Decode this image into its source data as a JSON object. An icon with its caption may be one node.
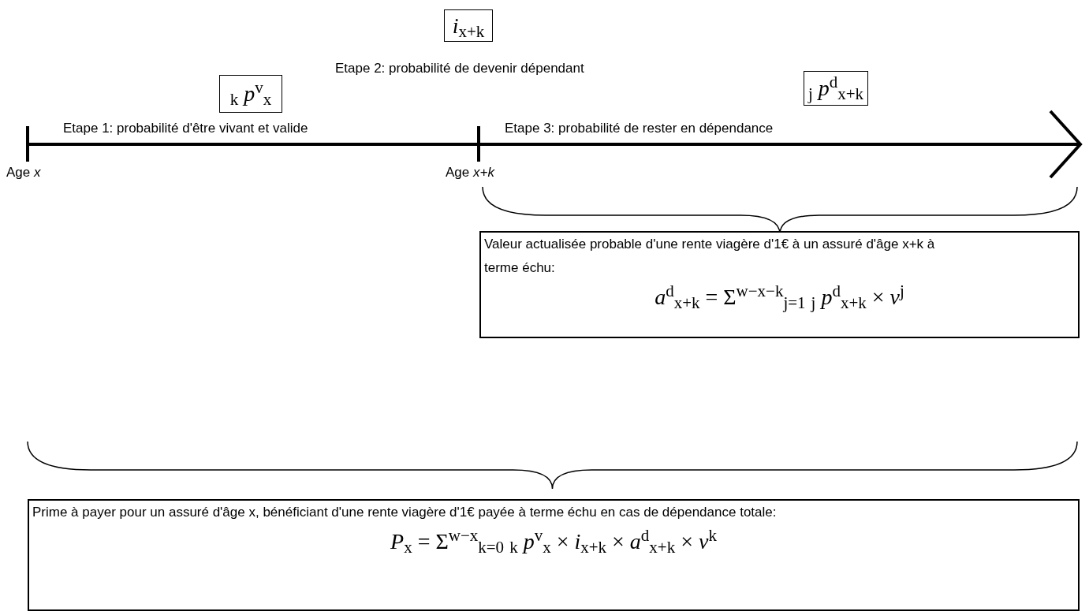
{
  "diagram": {
    "nodes": [
      {
        "text": [
          "$_{k}$ *p*$^{v}$$_{x}$"
        ]
      },
      {
        "text": [
          "*i*$_{x+k}$"
        ]
      },
      {
        "text": [
          "$_{j}$ *p*$^{d}$$_{x+k}$"
        ]
      },
      {
        "text": [
          "Valeur actualisée probable d'une rente viagère d'1€ à un assuré d'âge x+k à terme échu:",
          "*a*$^{d}$$_{x+k}$ = Σ$^{w−x−k}$$_{j=1}$ $_{j}$ *p*$^{d}$$_{x+k}$ × *ν*$^{j}$"
        ]
      },
      {
        "text": [
          "Prime à payer pour un assuré d'âge x, bénéficiant d'une rente viagère d'1€ payée à terme échu en cas de dépendance totale:",
          "*P*$_{x}$ = Σ$^{w−x}$$_{k=0}$ $_{k}$ *p*$^{v}$$_{x}$ × *i*$_{x+k}$ × *a*$^{d}$$_{x+k}$ × *ν*$^{k}$"
        ]
      }
    ],
    "labels": [
      "Etape 2: probabilité de devenir dépendant",
      "Etape 1: probabilité d'être vivant et valide",
      "Etape 3: probabilité de rester en dépendance",
      "Age *x*",
      "Age *x+k*"
    ]
  }
}
